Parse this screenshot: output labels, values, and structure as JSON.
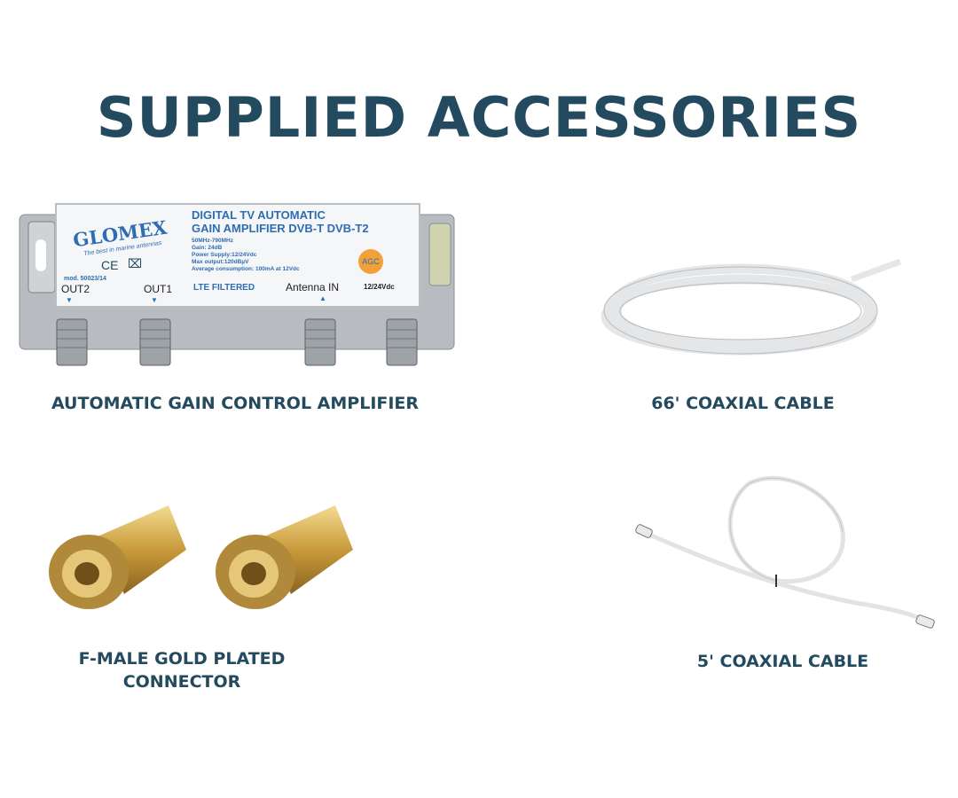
{
  "title": "SUPPLIED ACCESSORIES",
  "items": [
    {
      "caption": "AUTOMATIC GAIN CONTROL AMPLIFIER"
    },
    {
      "caption": "66' COAXIAL CABLE"
    },
    {
      "caption_line1": "F-MALE GOLD PLATED",
      "caption_line2": "CONNECTOR"
    },
    {
      "caption": "5' COAXIAL CABLE"
    }
  ],
  "amplifier": {
    "brand": "GLOMEX",
    "tagline": "The best in marine antennas",
    "heading1": "DIGITAL TV AUTOMATIC",
    "heading2": "GAIN AMPLIFIER DVB-T DVB-T2",
    "specs": [
      "50MHz-790MHz",
      "Gain: 24dB",
      "Power Supply:12/24Vdc",
      "Max output:120dBµV",
      "Average consumption: 100mA at 12Vdc"
    ],
    "model": "mod. 50023/14",
    "ce": "CE",
    "agc": "AGC",
    "out2": "OUT2",
    "out1": "OUT1",
    "lte": "LTE FILTERED",
    "antenna_in": "Antenna IN",
    "voltage": "12/24Vdc"
  },
  "colors": {
    "title": "#234a5e",
    "label_blue": "#2f6db3",
    "agc_orange": "#f2a13a"
  }
}
